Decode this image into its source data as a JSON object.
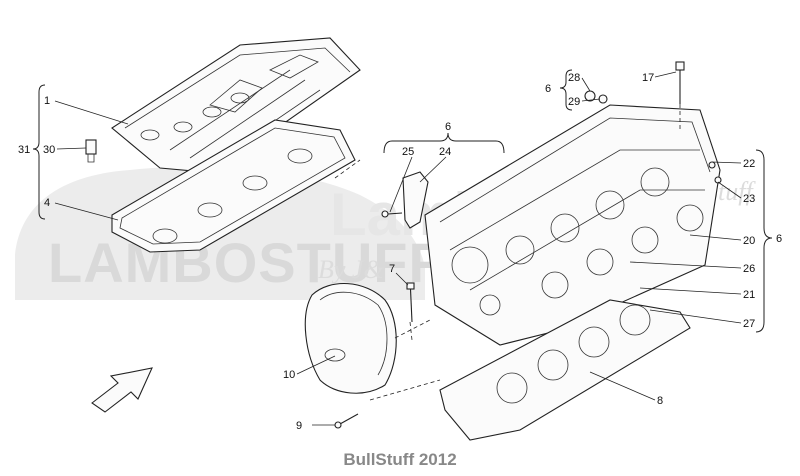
{
  "watermark": {
    "brand": "LAMBOSTUFF",
    "by": "By J&",
    "top_partial": "Lambo",
    "cursive": "Stuff"
  },
  "footer": "BullStuff 2012",
  "callouts": {
    "c1": "1",
    "c31": "31",
    "c30": "30",
    "c4": "4",
    "c6_top": "6",
    "c25": "25",
    "c24": "24",
    "c6_left": "6",
    "c28": "28",
    "c29": "29",
    "c17": "17",
    "c22": "22",
    "c23": "23",
    "c20": "20",
    "c26": "26",
    "c21": "21",
    "c27": "27",
    "c6_right": "6",
    "c7": "7",
    "c10": "10",
    "c9": "9",
    "c8": "8"
  }
}
